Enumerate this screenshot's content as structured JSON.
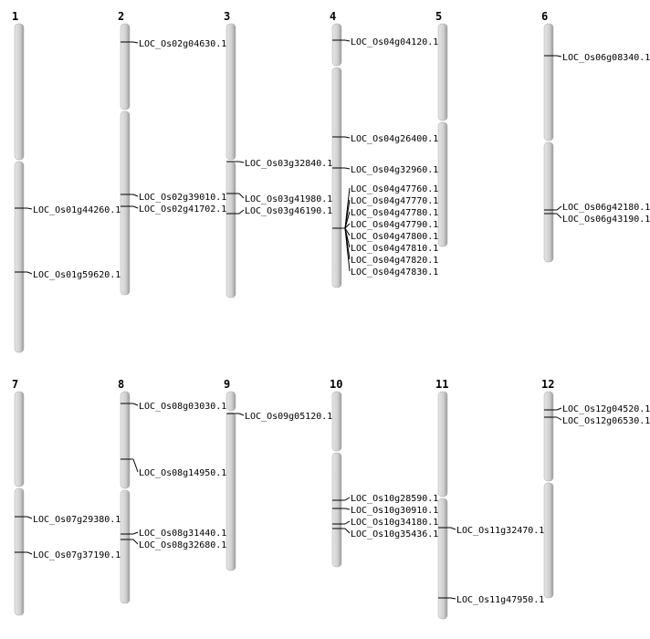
{
  "chromosomes": [
    {
      "name": "1",
      "genes": [
        "LOC_Os01g44260.1",
        "LOC_Os01g59620.1"
      ]
    },
    {
      "name": "2",
      "genes": [
        "LOC_Os02g04630.1",
        "LOC_Os02g39010.1",
        "LOC_Os02g41702.1"
      ]
    },
    {
      "name": "3",
      "genes": [
        "LOC_Os03g32840.1",
        "LOC_Os03g41980.1",
        "LOC_Os03g46190.1"
      ]
    },
    {
      "name": "4",
      "genes": [
        "LOC_Os04g04120.1",
        "LOC_Os04g26400.1",
        "LOC_Os04g32960.1",
        "LOC_Os04g47760.1",
        "LOC_Os04g47770.1",
        "LOC_Os04g47780.1",
        "LOC_Os04g47790.1",
        "LOC_Os04g47800.1",
        "LOC_Os04g47810.1",
        "LOC_Os04g47820.1",
        "LOC_Os04g47830.1"
      ]
    },
    {
      "name": "5",
      "genes": []
    },
    {
      "name": "6",
      "genes": [
        "LOC_Os06g08340.1",
        "LOC_Os06g42180.1",
        "LOC_Os06g43190.1"
      ]
    },
    {
      "name": "7",
      "genes": [
        "LOC_Os07g29380.1",
        "LOC_Os07g37190.1"
      ]
    },
    {
      "name": "8",
      "genes": [
        "LOC_Os08g03030.1",
        "LOC_Os08g14950.1",
        "LOC_Os08g31440.1",
        "LOC_Os08g32680.1"
      ]
    },
    {
      "name": "9",
      "genes": [
        "LOC_Os09g05120.1"
      ]
    },
    {
      "name": "10",
      "genes": [
        "LOC_Os10g28590.1",
        "LOC_Os10g30910.1",
        "LOC_Os10g34180.1",
        "LOC_Os10g35436.1"
      ]
    },
    {
      "name": "11",
      "genes": [
        "LOC_Os11g32470.1",
        "LOC_Os11g47950.1"
      ]
    },
    {
      "name": "12",
      "genes": [
        "LOC_Os12g04520.1",
        "LOC_Os12g06530.1"
      ]
    }
  ]
}
